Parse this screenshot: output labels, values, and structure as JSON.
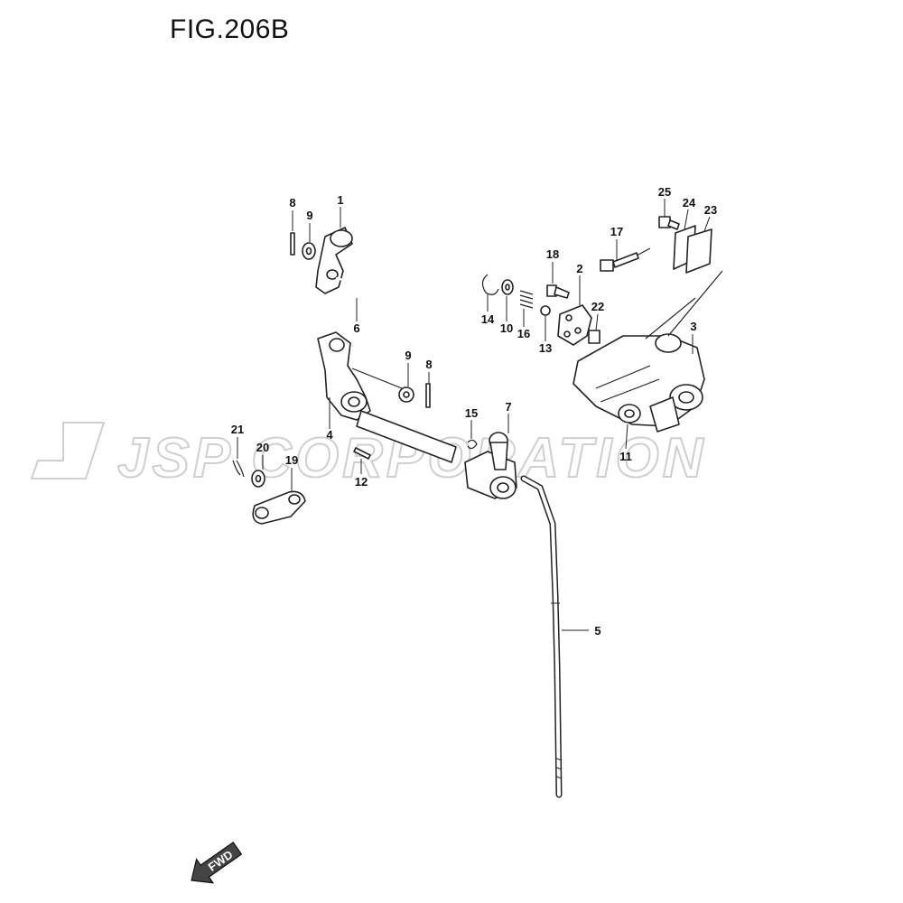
{
  "figure": {
    "title": "FIG.206B",
    "watermark": "JSP CORPORATION",
    "direction_label": "FWD"
  },
  "callouts": [
    "1",
    "2",
    "3",
    "4",
    "5",
    "6",
    "7",
    "8",
    "9",
    "10",
    "11",
    "12",
    "13",
    "14",
    "15",
    "16",
    "17",
    "18",
    "19",
    "20",
    "21",
    "22",
    "23",
    "24",
    "25"
  ],
  "colors": {
    "line": "#222222",
    "watermark": "#cfcfcf",
    "background": "#ffffff"
  }
}
